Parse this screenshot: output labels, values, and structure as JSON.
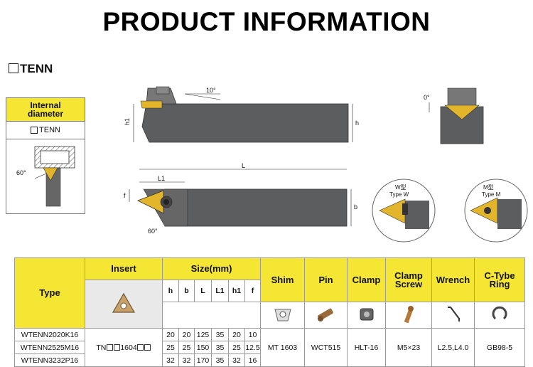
{
  "header": {
    "title": "PRODUCT INFORMATION"
  },
  "subtitle": {
    "text": "TENN"
  },
  "category_card": {
    "heading_line1": "Internal",
    "heading_line2": "diameter",
    "code": "TENN"
  },
  "drawing": {
    "angle_top": "10°",
    "h1": "h1",
    "h": "h",
    "L": "L",
    "L1": "L1",
    "f": "f",
    "b": "b",
    "angle_bottom": "60°",
    "angle_end": "0°",
    "angle_card": "60°",
    "type_w_line1": "W型",
    "type_w_line2": "Type W",
    "type_m_line1": "M型",
    "type_m_line2": "Type M"
  },
  "table": {
    "headers": {
      "type": "Type",
      "insert": "Insert",
      "size": "Size(mm)",
      "shim": "Shim",
      "pin": "Pin",
      "clamp": "Clamp",
      "clamp_screw_1": "Clamp",
      "clamp_screw_2": "Screw",
      "wrench": "Wrench",
      "ring_1": "C-Tybe",
      "ring_2": "Ring"
    },
    "size_columns": [
      "h",
      "b",
      "L",
      "L1",
      "h1",
      "f"
    ],
    "rows": [
      {
        "type": "WTENN2020K16",
        "h": "20",
        "b": "20",
        "L": "125",
        "L1": "35",
        "h1": "20",
        "f": "10"
      },
      {
        "type": "WTENN2525M16",
        "h": "25",
        "b": "25",
        "L": "150",
        "L1": "35",
        "h1": "25",
        "f": "12.5"
      },
      {
        "type": "WTENN3232P16",
        "h": "32",
        "b": "32",
        "L": "170",
        "L1": "35",
        "h1": "32",
        "f": "16"
      }
    ],
    "shared": {
      "insert_prefix": "TN",
      "insert_mid": "1604",
      "shim": "MT 1603",
      "pin": "WCT515",
      "clamp": "HLT-16",
      "clamp_screw": "M5×23",
      "wrench": "L2.5,L4.0",
      "ring": "GB98-5"
    }
  },
  "colors": {
    "accent_yellow": "#f6e634",
    "tool_body": "#5b5d5f",
    "insert_gold": "#e2b52b"
  }
}
